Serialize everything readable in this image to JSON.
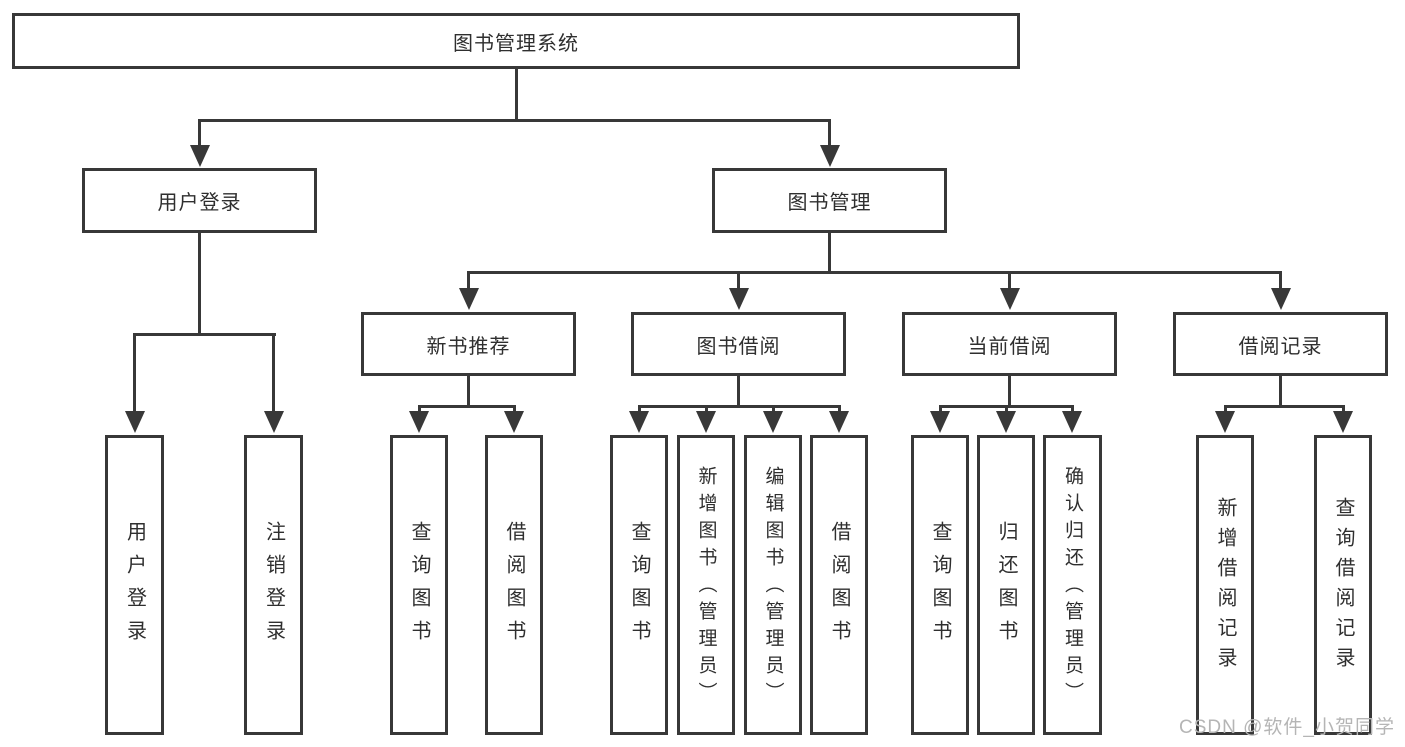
{
  "diagram": {
    "root": {
      "label": "图书管理系统"
    },
    "branches": [
      {
        "label": "用户登录",
        "children": [
          {
            "label": "用户登录"
          },
          {
            "label": "注销登录"
          }
        ]
      },
      {
        "label": "图书管理",
        "children": [
          {
            "label": "新书推荐",
            "children": [
              {
                "label": "查询图书"
              },
              {
                "label": "借阅图书"
              }
            ]
          },
          {
            "label": "图书借阅",
            "children": [
              {
                "label": "查询图书"
              },
              {
                "label": "新增图书（管理员）"
              },
              {
                "label": "编辑图书（管理员）"
              },
              {
                "label": "借阅图书"
              }
            ]
          },
          {
            "label": "当前借阅",
            "children": [
              {
                "label": "查询图书"
              },
              {
                "label": "归还图书"
              },
              {
                "label": "确认归还（管理员）"
              }
            ]
          },
          {
            "label": "借阅记录",
            "children": [
              {
                "label": "新增借阅记录"
              },
              {
                "label": "查询借阅记录"
              }
            ]
          }
        ]
      }
    ]
  },
  "watermark": {
    "text": "CSDN @软件_小贺同学"
  },
  "colors": {
    "line": "#383838",
    "text": "#2f2f2f",
    "watermark": "#b5b5b5",
    "background": "#ffffff"
  }
}
